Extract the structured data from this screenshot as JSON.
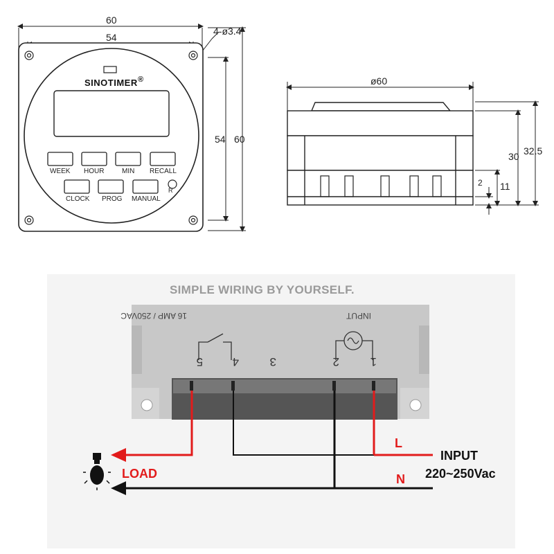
{
  "front_view": {
    "dim_width_outer": "60",
    "dim_width_inner": "54",
    "dim_holes": "4-ø3.4",
    "dim_height_inner": "54",
    "dim_height_outer": "60",
    "brand": "SINOTIMER",
    "registered_mark": "®",
    "buttons_row1": [
      "WEEK",
      "HOUR",
      "MIN",
      "RECALL"
    ],
    "buttons_row2": [
      "CLOCK",
      "PROG",
      "MANUAL"
    ],
    "reset_label": "R"
  },
  "side_view": {
    "dim_diameter": "ø60",
    "dim_30": "30",
    "dim_32_5": "32.5",
    "dim_11": "11",
    "dim_2": "2"
  },
  "wiring": {
    "title": "SIMPLE WIRING BY YOURSELF.",
    "rating_text": "16 AMP / 250VAC",
    "input_text": "INPUT",
    "terminals": [
      "5",
      "4",
      "3",
      "2",
      "1"
    ],
    "line_label": "L",
    "neutral_label": "N",
    "load_label": "LOAD",
    "input_label": "INPUT",
    "voltage_label": "220~250Vac"
  },
  "colors": {
    "live_wire": "#e21b1b",
    "neutral_wire": "#111111",
    "panel": "#c8c8c8"
  }
}
